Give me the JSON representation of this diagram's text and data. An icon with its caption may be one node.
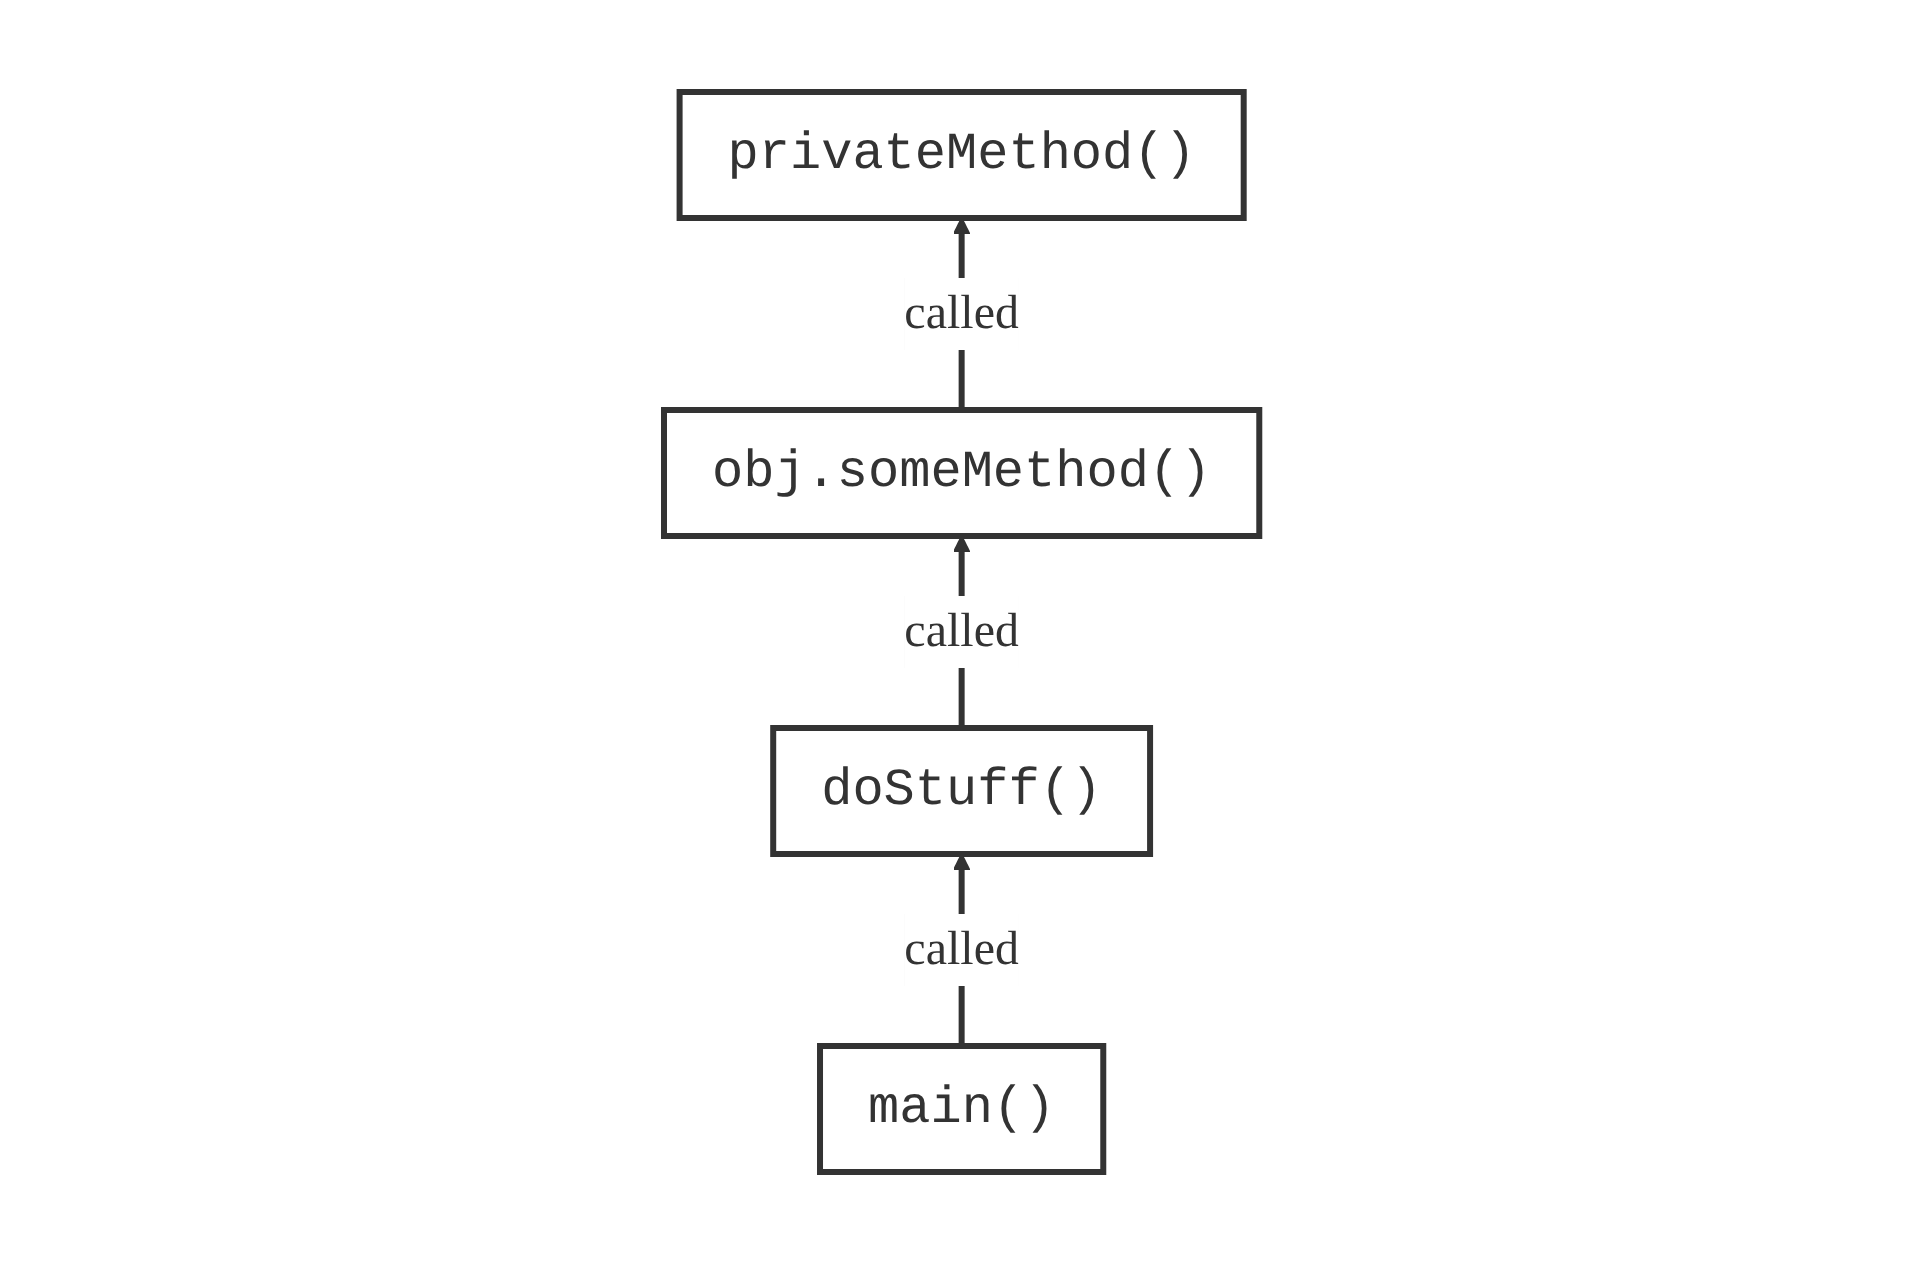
{
  "diagram": {
    "nodes": [
      {
        "text": [
          "privateMethod()"
        ]
      },
      {
        "text": [
          "obj.someMethod()"
        ]
      },
      {
        "text": [
          "doStuff()"
        ]
      },
      {
        "text": [
          "main()"
        ]
      }
    ],
    "edges": [
      {
        "from": 1,
        "to": 0,
        "arrow": "to",
        "label": "called"
      },
      {
        "from": 2,
        "to": 1,
        "arrow": "to",
        "label": "called"
      },
      {
        "from": 3,
        "to": 2,
        "arrow": "to",
        "label": "called"
      }
    ]
  }
}
